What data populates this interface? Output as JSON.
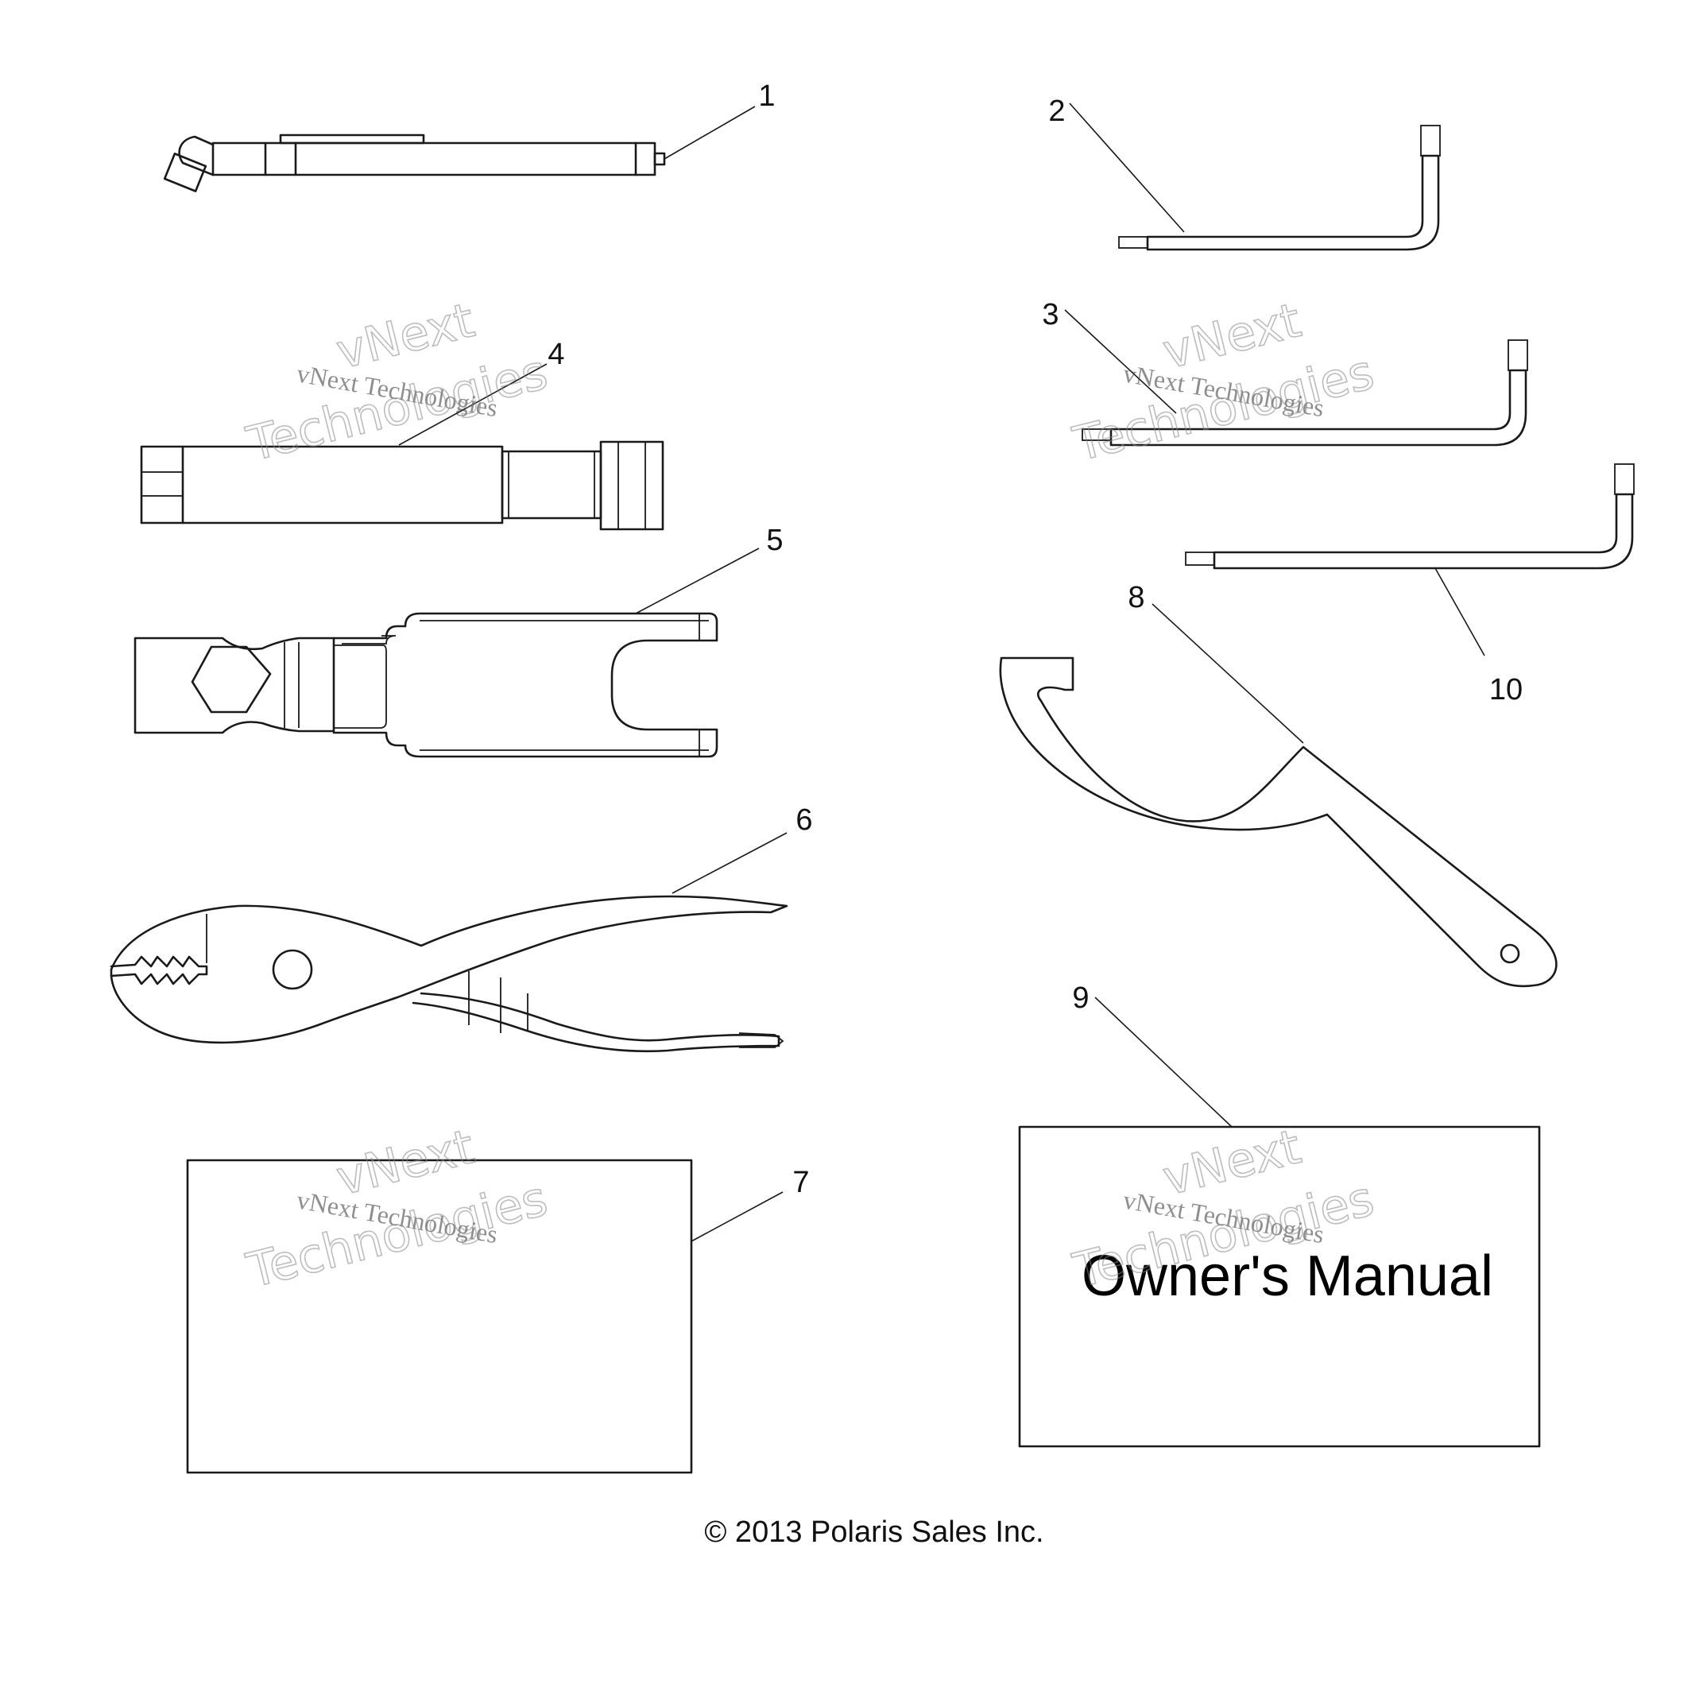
{
  "callouts": {
    "c1": "1",
    "c2": "2",
    "c3": "3",
    "c4": "4",
    "c5": "5",
    "c6": "6",
    "c7": "7",
    "c8": "8",
    "c9": "9",
    "c10": "10"
  },
  "manual": {
    "title": "Owner's Manual"
  },
  "copyright": "© 2013 Polaris Sales Inc.",
  "watermark": {
    "line_small": "vNext Technologies",
    "line_big_1": "vNext",
    "line_big_2": "Technologies"
  }
}
